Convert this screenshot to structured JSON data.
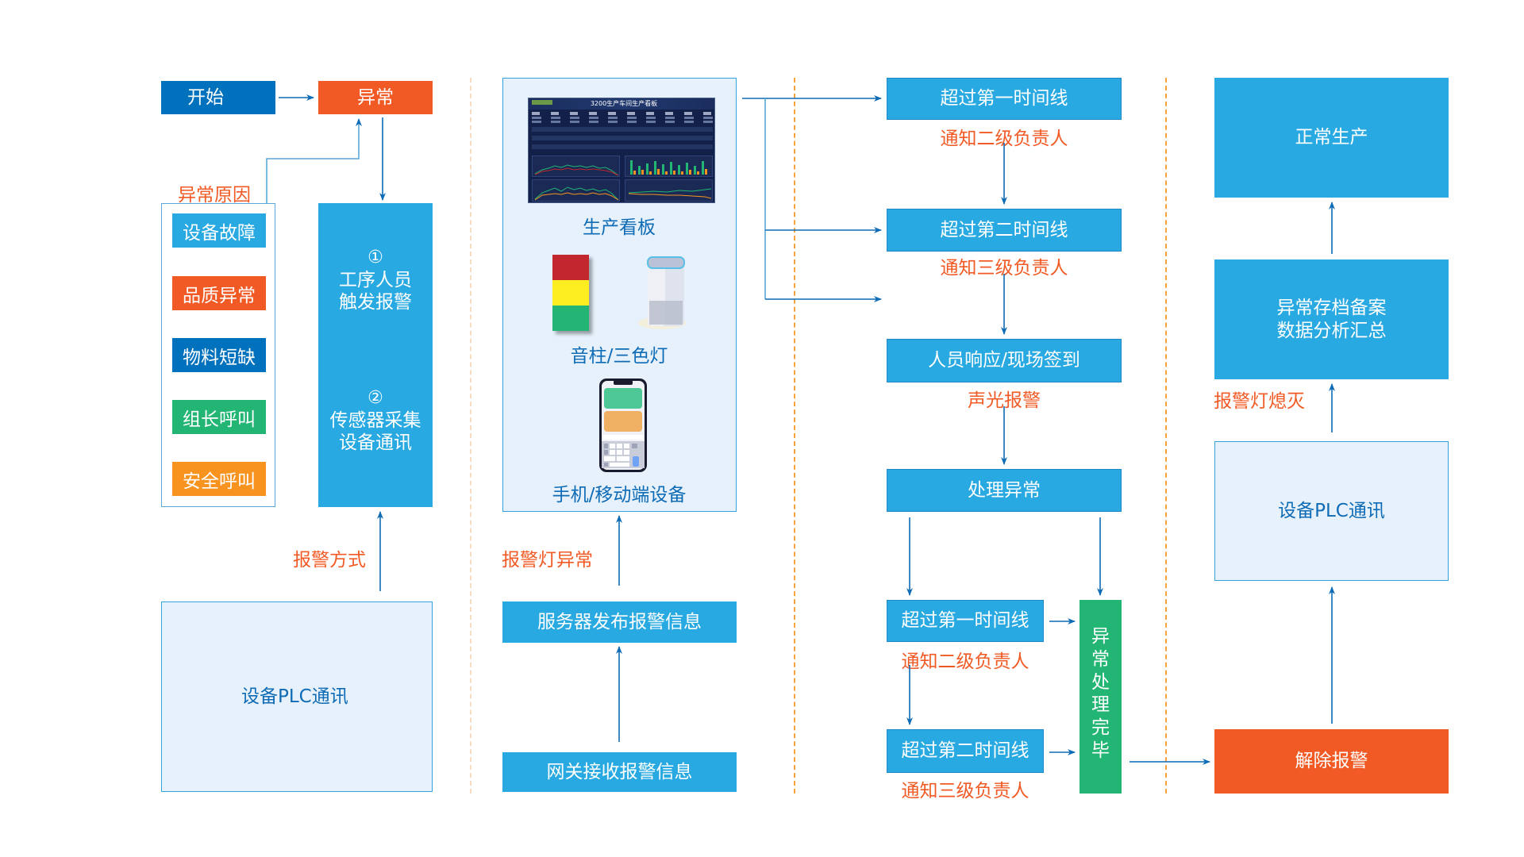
{
  "col1": {
    "start": "开始",
    "abnormal": "异常",
    "causes_title": "异常原因",
    "causes": [
      {
        "label": "设备故障",
        "color": "#29a9e1"
      },
      {
        "label": "品质异常",
        "color": "#f15a24"
      },
      {
        "label": "物料短缺",
        "color": "#0071bc"
      },
      {
        "label": "组长呼叫",
        "color": "#23b573"
      },
      {
        "label": "安全呼叫",
        "color": "#f7931e"
      }
    ],
    "trigger": {
      "step1_num": "①",
      "step1_line1": "工序人员",
      "step1_line2": "触发报警",
      "step2_num": "②",
      "step2_line1": "传感器采集",
      "step2_line2": "设备通讯"
    },
    "alarm_mode_label": "报警方式",
    "plc": "设备PLC通讯"
  },
  "col2": {
    "dashboard": {
      "title": "3200生产车间生产看板",
      "caption": "生产看板"
    },
    "light_caption": "音柱/三色灯",
    "mobile_caption": "手机/移动端设备",
    "alarm_light_label": "报警灯异常",
    "server": "服务器发布报警信息",
    "gateway": "网关接收报警信息"
  },
  "col3": {
    "steps": [
      {
        "box": "超过第一时间线",
        "note": "通知二级负责人"
      },
      {
        "box": "超过第二时间线",
        "note": "通知三级负责人"
      },
      {
        "box": "人员响应/现场签到",
        "note": "声光报警"
      },
      {
        "box": "处理异常",
        "note": ""
      }
    ],
    "sub_steps": [
      {
        "box": "超过第一时间线",
        "note": "通知二级负责人"
      },
      {
        "box": "超过第二时间线",
        "note": "通知三级负责人"
      }
    ],
    "done_chars": [
      "异",
      "常",
      "处",
      "理",
      "完",
      "毕"
    ]
  },
  "col4": {
    "normal": "正常生产",
    "archive_line1": "异常存档备案",
    "archive_line2": "数据分析汇总",
    "lamp_off_label": "报警灯熄灭",
    "plc": "设备PLC通讯",
    "clear": "解除报警"
  },
  "colors": {
    "blue": "#29a9e1",
    "navy": "#0071bc",
    "orange": "#f15a24",
    "green": "#23b573",
    "amber": "#f7931e",
    "light_bg": "#e6f1fc",
    "arrow": "#0e6bb5",
    "divider": "#f7a23c"
  }
}
